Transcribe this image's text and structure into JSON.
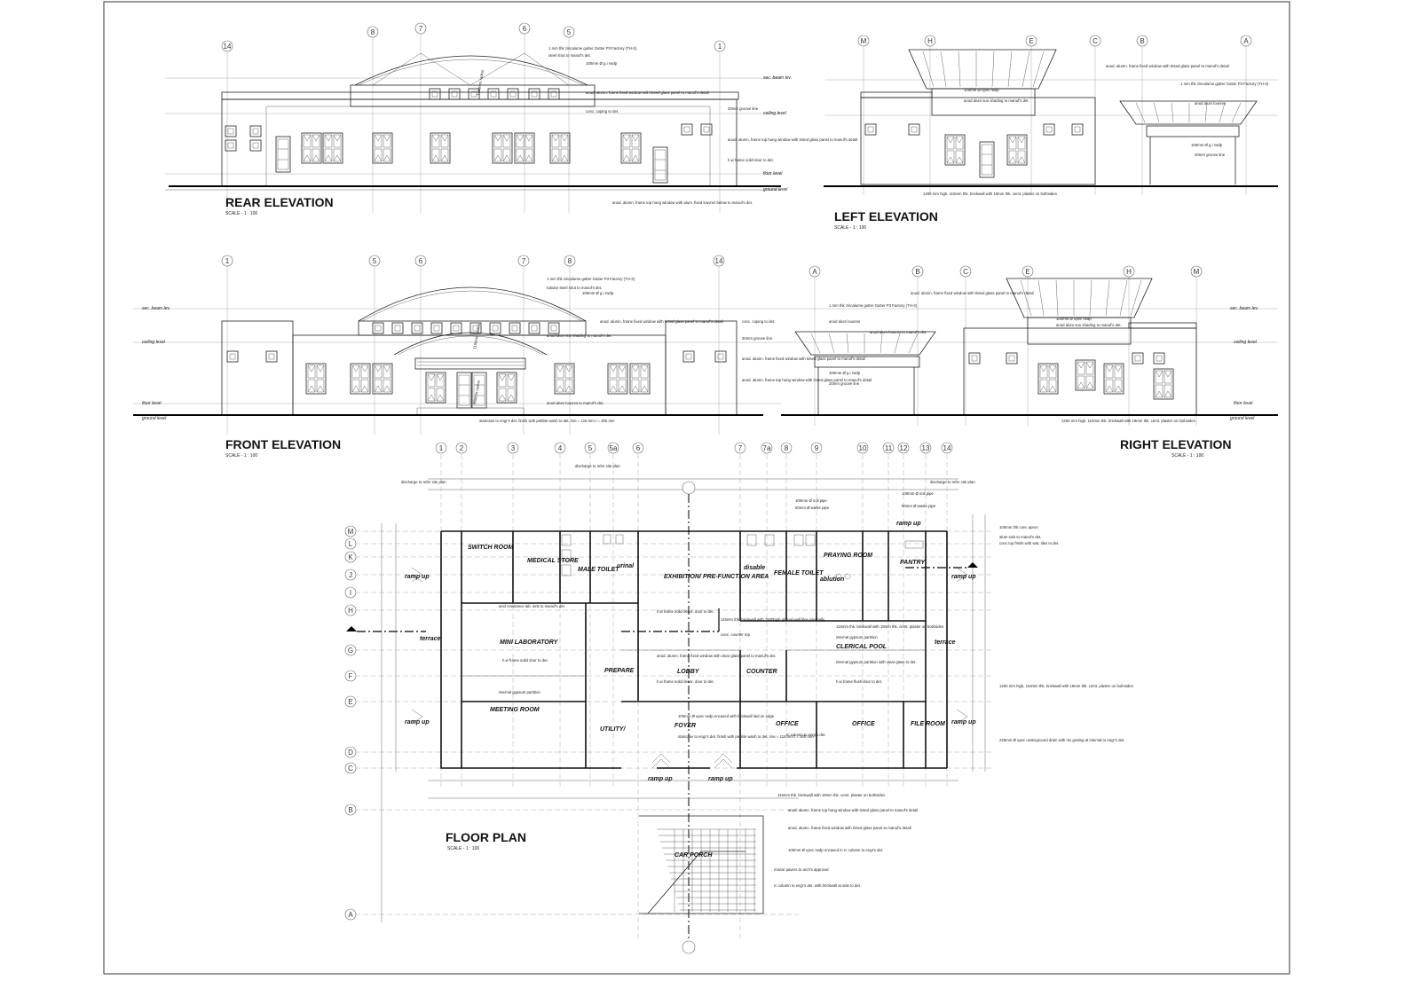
{
  "titles": {
    "rear": "REAR ELEVATION",
    "left": "LEFT ELEVATION",
    "front": "FRONT ELEVATION",
    "right": "RIGHT ELEVATION",
    "plan": "FLOOR PLAN",
    "scale": "SCALE - 1 : 100"
  },
  "levels": {
    "beam": "sec. beam lev.",
    "ceiling": "ceiling level",
    "floor": "floor level",
    "ground": "ground level"
  },
  "grid": {
    "rear": [
      "14",
      "8",
      "7",
      "6",
      "5",
      "1"
    ],
    "left": [
      "M",
      "H",
      "E",
      "C",
      "B",
      "A"
    ],
    "front": [
      "1",
      "5",
      "6",
      "7",
      "8",
      "14"
    ],
    "right": [
      "A",
      "B",
      "C",
      "E",
      "H",
      "M"
    ],
    "plan_cols": [
      "1",
      "2",
      "3",
      "4",
      "5",
      "5a",
      "6",
      "7",
      "7a",
      "8",
      "9",
      "10",
      "11",
      "12",
      "13",
      "14"
    ],
    "plan_rows": [
      "M",
      "L",
      "K",
      "J",
      "I",
      "H",
      "G",
      "F",
      "E",
      "D",
      "C",
      "B",
      "A"
    ]
  },
  "rooms": {
    "switch": "SWITCH ROOM",
    "medical": "MEDICAL STORE",
    "male_toilet": "MALE TOILET",
    "urinal": "urinal",
    "exhibition": "EXHIBITION/ PRE-FUNCTION AREA",
    "disable": "disable",
    "female_toilet": "FEMALE TOILET",
    "praying": "PRAYING ROOM",
    "ablution": "ablution",
    "pantry": "PANTRY",
    "mini_lab": "MINI LABORATORY",
    "clerical": "CLERICAL POOL",
    "prepare": "PREPARE",
    "lobby": "LOBBY",
    "counter": "COUNTER",
    "meeting": "MEETING ROOM",
    "utility": "UTILITY/",
    "foyer": "FOYER",
    "office": "OFFICE",
    "file_room": "FILE ROOM",
    "terrace": "terrace",
    "car_porch": "CAR PORCH",
    "ramp_up": "ramp up"
  },
  "notes": {
    "rear_gutter": "1 mm thk zincalume gutter Gutter P3 Factory (TH-3)",
    "rear_strut": "steel strut to manuf's det.",
    "rear_rwdp": "100mm Ø g.i rwdp",
    "rear_fixed": "anod. alumn. frame fixed window with tinted glass panel to manuf's detail",
    "rear_coping": "conc. coping to det.",
    "rear_groove": "20mm groove line",
    "rear_tophung": "anod. alumn. frame top hung window with tinted glass panel to manuf's detail",
    "rear_door": "h.w frame solid door to det.",
    "rear_louvre": "anod. alumn. frame top hung window with alum. fixed louvres below to manuf's det.",
    "left_fixed": "anod. alumn. frame fixed window with tinted glass panel to manuf's detail",
    "left_gutter": "1 mm thk zincalume gutter Gutter P3 Factory (TH-3)",
    "left_rwdp": "100mm Ø upvc rwdp",
    "left_shading": "anod alum sun shading to manuf's det.",
    "left_louvres": "anod alum louvres",
    "left_gi": "100mm Ø g.i rwdp",
    "left_groove": "20mm groove line",
    "left_brick": "1200 mm high, 115mm thk. brickwall with 19mm thk. cemt. plaster on bothsides",
    "front_gutter": "1 mm thk zincalume gutter Gutter P3 Factory (TH-3)",
    "front_strut": "tubular steel strut to manuf's det.",
    "front_rwdp": "100mm Ø g.i rwdp",
    "front_fixed": "anod. alumn. frame fixed window with tinted glass panel to manuf's detail",
    "front_shading": "anod alum sun shading to manuf's det.",
    "front_coping": "conc. coping to det.",
    "front_groove": "20mm groove line",
    "front_fixed2": "anod. alumn. frame fixed window with tinted glass panel to manuf's detail",
    "front_tophung": "anod. alumn. frame top hung window with tinted glass panel to manuf's detail",
    "front_louvres": "anod alum louvres to manuf's det.",
    "front_stair": "staircase to engr's det. finish with pebble wash to det. rise = 115 mm  t = 300 mm",
    "right_gutter": "1 mm thk zincalume gutter Gutter P3 Factory (TH-3)",
    "right_louvres": "anod alum louvres",
    "right_louvres2": "anod alum louvres to manuf's det.",
    "right_fixed": "anod. alumn. frame fixed window with tinted glass panel to manuf's detail",
    "right_rwdp": "100mm Ø upvc rwdp",
    "right_shading": "anod alum sun shading to manuf's det.",
    "right_gi": "100mm Ø g.i rwdp",
    "right_groove": "20mm groove line",
    "right_brick": "1200 mm high, 115mm thk. brickwall with 19mm thk. cemt. plaster on bothsides",
    "plan_discharge1": "discharge to refer site plan",
    "plan_discharge2": "discharge to refer site plan",
    "plan_discharge3": "discharge to refer site plan",
    "plan_soil": "100mm Ø soil pipe",
    "plan_waste": "50mm Ø waste pipe",
    "plan_apron": "100mm thk conc apron",
    "plan_sink": "alum sink to manuf's det.",
    "plan_conc_top": "conc top finish with wat. tiles to det.",
    "plan_acid": "acid resistance lab. sink to manuf's det.",
    "plan_hw_door": "h.w frame solid decor. door to det.",
    "plan_brick": "115mm thk. brickwall with 1500high glazed wall tiles internally",
    "plan_conc_counter": "conc. counter top",
    "plan_brick2": "115mm thk. brickwall with 19mm thk. cemt. plaster on bothsides",
    "plan_gypsum": "internal gypsum partition",
    "plan_hw_solid": "h.w frame solid door to det.",
    "plan_fixed": "anod. alumn. frame fixed window with clear glass panel to manuf's det.",
    "plan_hw_door2": "h.w frame solid decor. door to det.",
    "plan_gypsum2": "internal gypsum partition with clear glass to det.",
    "plan_flush": "h.w frame flush door to det.",
    "plan_gypsum3": "internal gypsum partition",
    "plan_upvc": "100mm Ø upvc rwdp encased with brickwall laid on edge",
    "plan_stair": "staircase to engr's det. finish with pebble wash to det. rise = 115 mm  t = 300 mm",
    "plan_rc": "rc column to engr's det.",
    "plan_brick3": "1200 mm high, 115mm thk. brickwall with 19mm thk. cemt. plaster on bothsides",
    "plan_drain": "225mm Ø upvc underground drain with ms grating at interval to engr's det.",
    "plan_brick4": "115mm thk. brickwall with 19mm thk. cemt. plaster on bothsides",
    "plan_tophung": "anod. alumn. frame top hung window with tinted glass panel to manuf's detail",
    "plan_fixed2": "anod. alumn. frame fixed window with tinted glass panel to manuf's detail",
    "plan_upvc2": "100mm Ø upvc rwdp encased in rc column to engr's det.",
    "plan_pavers": "mortar pavers to arch's approval",
    "plan_rc2": "rc column to engr's det. with brickwall at side to det."
  }
}
